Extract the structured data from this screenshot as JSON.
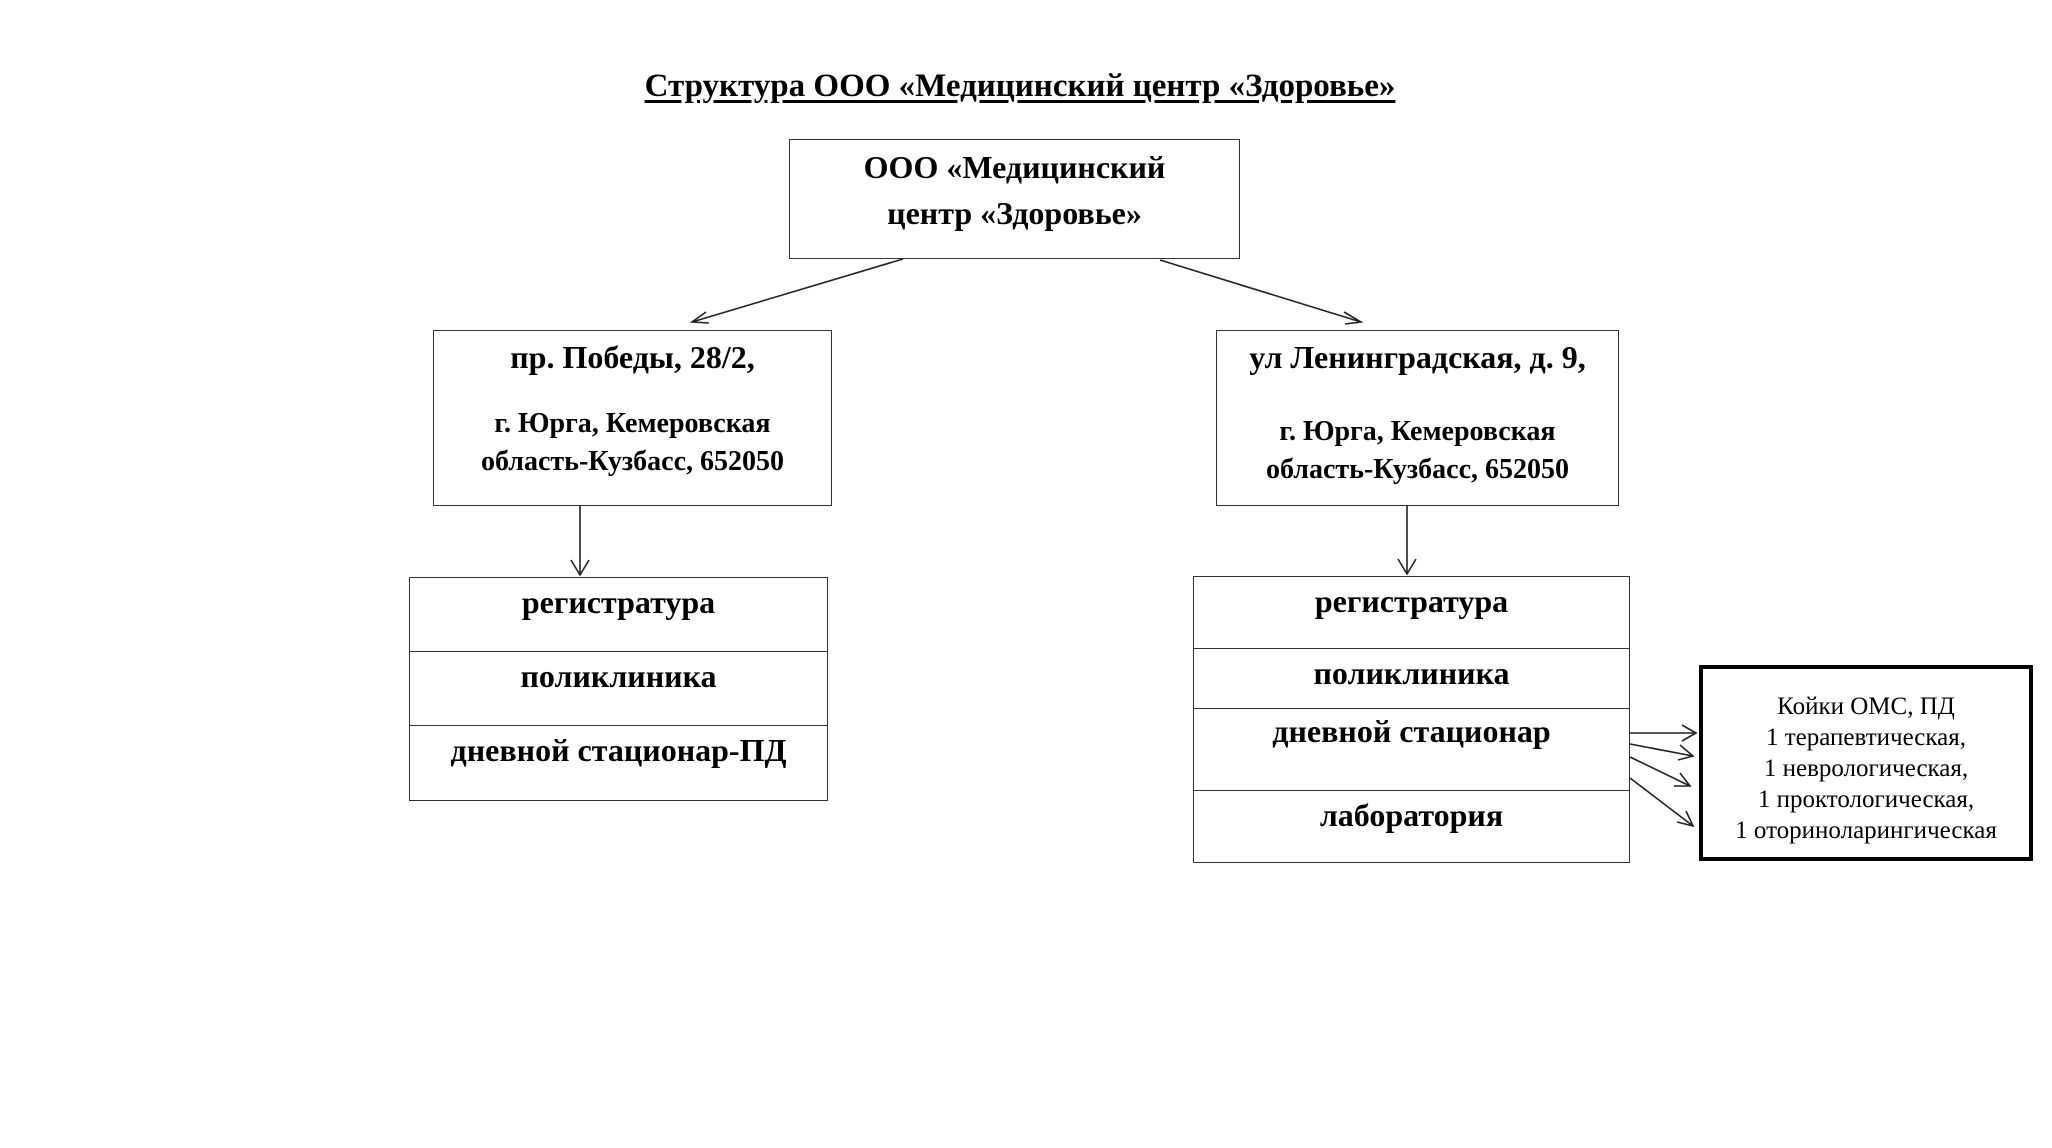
{
  "title": "Структура ООО «Медицинский центр «Здоровье»",
  "root": {
    "line1": "ООО «Медицинский",
    "line2": "центр «Здоровье»"
  },
  "branches": [
    {
      "street": "пр. Победы, 28/2,",
      "city": "г. Юрга, Кемеровская",
      "region": "область-Кузбасс, 652050",
      "departments": [
        "регистратура",
        "поликлиника",
        "дневной стационар-ПД"
      ]
    },
    {
      "street": "ул Ленинградская, д. 9,",
      "city": "г. Юрга, Кемеровская",
      "region": "область-Кузбасс, 652050",
      "departments": [
        "регистратура",
        "поликлиника",
        "дневной стационар",
        "лаборатория"
      ]
    }
  ],
  "beds": {
    "header": "Койки ОМС, ПД",
    "items": [
      "1 терапевтическая,",
      "1 неврологическая,",
      "1 проктологическая,",
      "1 оториноларингическая"
    ]
  }
}
